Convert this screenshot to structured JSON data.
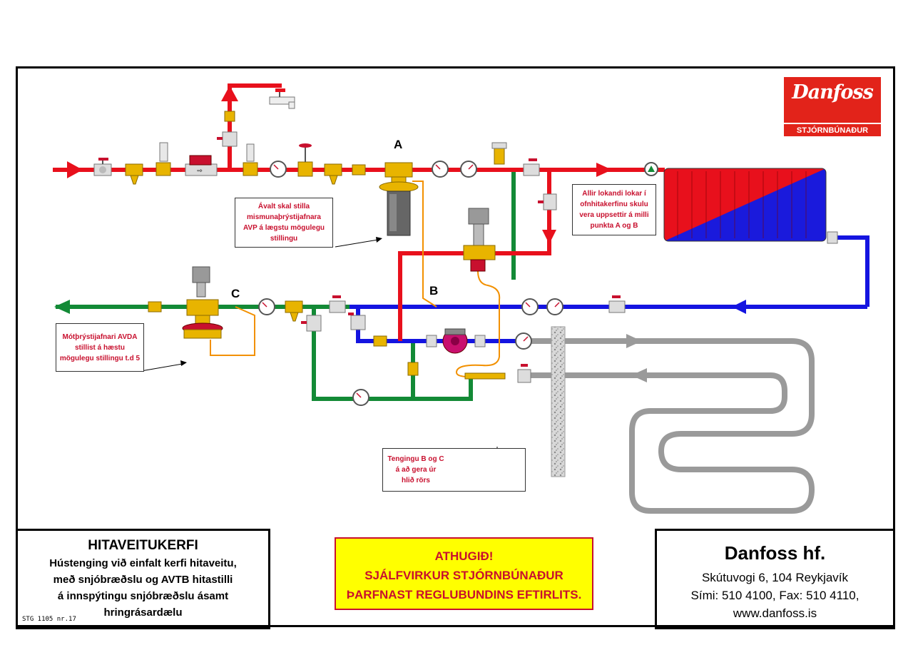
{
  "logo": {
    "brand": "Danfoss",
    "subtitle": "STJÓRNBÚNAÐUR"
  },
  "point_labels": {
    "a": "A",
    "b": "B",
    "c": "C"
  },
  "notes": {
    "avp": [
      "Ávalt skal stilla",
      "mismunaþrýstijafnara",
      "AVP á lægstu mögulegu",
      "stillingu"
    ],
    "lokar": [
      "Allir lokandi lokar í",
      "ofnhitakerfinu skulu",
      "vera uppsettir á milli",
      "punkta  A og B"
    ],
    "avda": [
      "Mótþrýstijafnari AVDA",
      "stillist á hæstu",
      "mögulegu stillingu t.d 5"
    ],
    "tenging": [
      "Tengingu  B og C",
      "á að gera úr",
      "hlið  rörs"
    ]
  },
  "title_block": {
    "title": "HITAVEITUKERFI",
    "lines": [
      "Hústenging við einfalt kerfi hitaveitu,",
      "með snjóbræðslu og AVTB hitastilli",
      "á innspýtingu snjóbræðslu  ásamt",
      "hringrásardælu"
    ],
    "code": "STG 1105 nr.17"
  },
  "warning": {
    "lines": [
      "ATHUGIÐ!",
      "SJÁLFVIRKUR STJÓRNBÚNAÐUR",
      "ÞARFNAST REGLUBUNDINS EFTIRLITS."
    ]
  },
  "company": {
    "name": "Danfoss hf.",
    "address": "Skútuvogi 6,  104 Reykjavík",
    "phone": "Sími: 510 4100,  Fax: 510 4110,",
    "web": "www.danfoss.is"
  },
  "colors": {
    "supply": "#e8101c",
    "return": "#1414e0",
    "mix": "#138a36",
    "snowmelt": "#9a9a9a",
    "capillary": "#f29000",
    "brass": "#e8b400",
    "radiator_red": "#e8101c",
    "radiator_blue": "#1a1adc"
  }
}
